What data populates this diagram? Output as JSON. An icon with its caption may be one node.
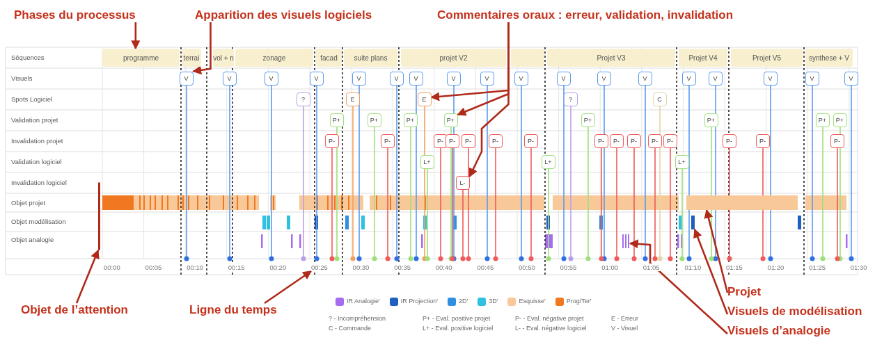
{
  "diagram": {
    "nodes": [
      {
        "text": [
          "Phases du processus"
        ]
      },
      {
        "text": [
          "Apparition des visuels logiciels"
        ]
      },
      {
        "text": [
          "Commentaires oraux : erreur, validation, invalidation"
        ]
      },
      {
        "text": [
          "programme"
        ]
      },
      {
        "text": [
          "terrai"
        ]
      },
      {
        "text": [
          "vol + n"
        ]
      },
      {
        "text": [
          "zonage"
        ]
      },
      {
        "text": [
          "facad"
        ]
      },
      {
        "text": [
          "suite plans"
        ]
      },
      {
        "text": [
          "projet V2"
        ]
      },
      {
        "text": [],
        "shape": "box"
      },
      {
        "text": [
          "Projet V3"
        ]
      },
      {
        "text": [
          "Projet V4"
        ]
      },
      {
        "text": [
          "Projet V5"
        ]
      },
      {
        "text": [
          "synthese + V"
        ]
      },
      {
        "text": [
          "V"
        ]
      },
      {
        "text": [
          "V"
        ]
      },
      {
        "text": [
          "V"
        ]
      },
      {
        "text": [
          "V"
        ]
      },
      {
        "text": [
          "V"
        ]
      },
      {
        "text": [
          "V"
        ]
      },
      {
        "text": [
          "V"
        ]
      },
      {
        "text": [
          "V"
        ]
      },
      {
        "text": [
          "V"
        ]
      },
      {
        "text": [
          "V"
        ]
      },
      {
        "text": [
          "V"
        ]
      },
      {
        "text": [
          "V"
        ]
      },
      {
        "text": [
          "V"
        ]
      },
      {
        "text": [
          "V"
        ]
      },
      {
        "text": [
          "V"
        ]
      },
      {
        "text": [
          "V"
        ]
      },
      {
        "text": [
          "V"
        ]
      },
      {
        "text": [
          "V"
        ]
      },
      {
        "text": [
          "?"
        ]
      },
      {
        "text": [
          "E"
        ]
      },
      {
        "text": [
          "E"
        ]
      },
      {
        "text": [
          "?"
        ]
      },
      {
        "text": [
          "C"
        ]
      },
      {
        "text": [
          "P+"
        ]
      },
      {
        "text": [
          "P+"
        ]
      },
      {
        "text": [
          "P+"
        ]
      },
      {
        "text": [
          "P+"
        ]
      },
      {
        "text": [
          "P+"
        ]
      },
      {
        "text": [
          "P+"
        ]
      },
      {
        "text": [
          "P+"
        ]
      },
      {
        "text": [
          "P+"
        ]
      },
      {
        "text": [
          "P-"
        ]
      },
      {
        "text": [
          "P-"
        ]
      },
      {
        "text": [
          "P-"
        ]
      },
      {
        "text": [
          "P-"
        ]
      },
      {
        "text": [
          "P-"
        ]
      },
      {
        "text": [
          "P-"
        ]
      },
      {
        "text": [
          "P-"
        ]
      },
      {
        "text": [
          "P-"
        ]
      },
      {
        "text": [
          "P-"
        ]
      },
      {
        "text": [
          "P-"
        ]
      },
      {
        "text": [
          "P-"
        ]
      },
      {
        "text": [
          "P-"
        ]
      },
      {
        "text": [
          "P-"
        ]
      },
      {
        "text": [
          "P-"
        ]
      },
      {
        "text": [
          "P-"
        ]
      },
      {
        "text": [
          "L+"
        ]
      },
      {
        "text": [
          "L+"
        ]
      },
      {
        "text": [
          "L+"
        ]
      },
      {
        "text": [
          "L-"
        ]
      },
      {
        "text": [
          "Objet de l’attention"
        ]
      },
      {
        "text": [
          "Ligne du temps"
        ]
      },
      {
        "text": [
          "Projet"
        ]
      },
      {
        "text": [
          "Visuels de modélisation"
        ]
      },
      {
        "text": [
          "Visuels d’analogie"
        ]
      },
      {
        "text": [],
        "shape": "line"
      },
      {
        "text": [
          "00:25"
        ]
      },
      {
        "text": [],
        "shape": "bar"
      },
      {
        "text": [],
        "shape": "bar"
      },
      {
        "text": [],
        "shape": "bar"
      }
    ],
    "edges": [
      {
        "from": 0,
        "to": 3,
        "arrow": "to"
      },
      {
        "from": 1,
        "to": 15,
        "arrow": "to"
      },
      {
        "from": 2,
        "to": 35,
        "arrow": "to"
      },
      {
        "from": 2,
        "to": 41,
        "arrow": "to"
      },
      {
        "from": 2,
        "to": 64,
        "arrow": "to"
      },
      {
        "from": 65,
        "to": 70,
        "arrow": "to"
      },
      {
        "from": 66,
        "to": 71,
        "arrow": "to"
      },
      {
        "from": 67,
        "to": 72,
        "arrow": "to"
      },
      {
        "from": 68,
        "to": 73,
        "arrow": "to"
      },
      {
        "from": 69,
        "to": 74,
        "arrow": "to"
      }
    ],
    "labels": [
      "Séquences",
      "Visuels",
      "Spots Logiciel",
      "Validation projet",
      "Invalidation projet",
      "Validation logiciel",
      "Invalidation logiciel",
      "Objet projet",
      "Objet modélisation",
      "Objet analogie",
      "00:00",
      "00:05",
      "00:10",
      "00:15",
      "00:20",
      "00:30",
      "00:35",
      "00:40",
      "00:45",
      "00:50",
      "00:55",
      "01:00",
      "01:05",
      "01:10",
      "01:15",
      "01:20",
      "01:25",
      "01:30",
      "? - Incompréhension",
      "P+ - Eval. positive projet",
      "P- - Eval. négative projet",
      "E - Erreur",
      "C - Commande",
      "L+ - Eval. positive logiciel",
      "L- - Eval. négative logiciel",
      "V - Visuel"
    ],
    "legend": [
      {
        "text": "IR Analogie'",
        "color": "#a66cf0"
      },
      {
        "text": "IR Projection'",
        "color": "#1f5fbf"
      },
      {
        "text": "2D'",
        "color": "#2f8fe0"
      },
      {
        "text": "3D'",
        "color": "#30c0e0"
      },
      {
        "text": "Esquisse'",
        "color": "#f8c898"
      },
      {
        "text": "Prog/Ter'",
        "color": "#f07820"
      }
    ]
  }
}
